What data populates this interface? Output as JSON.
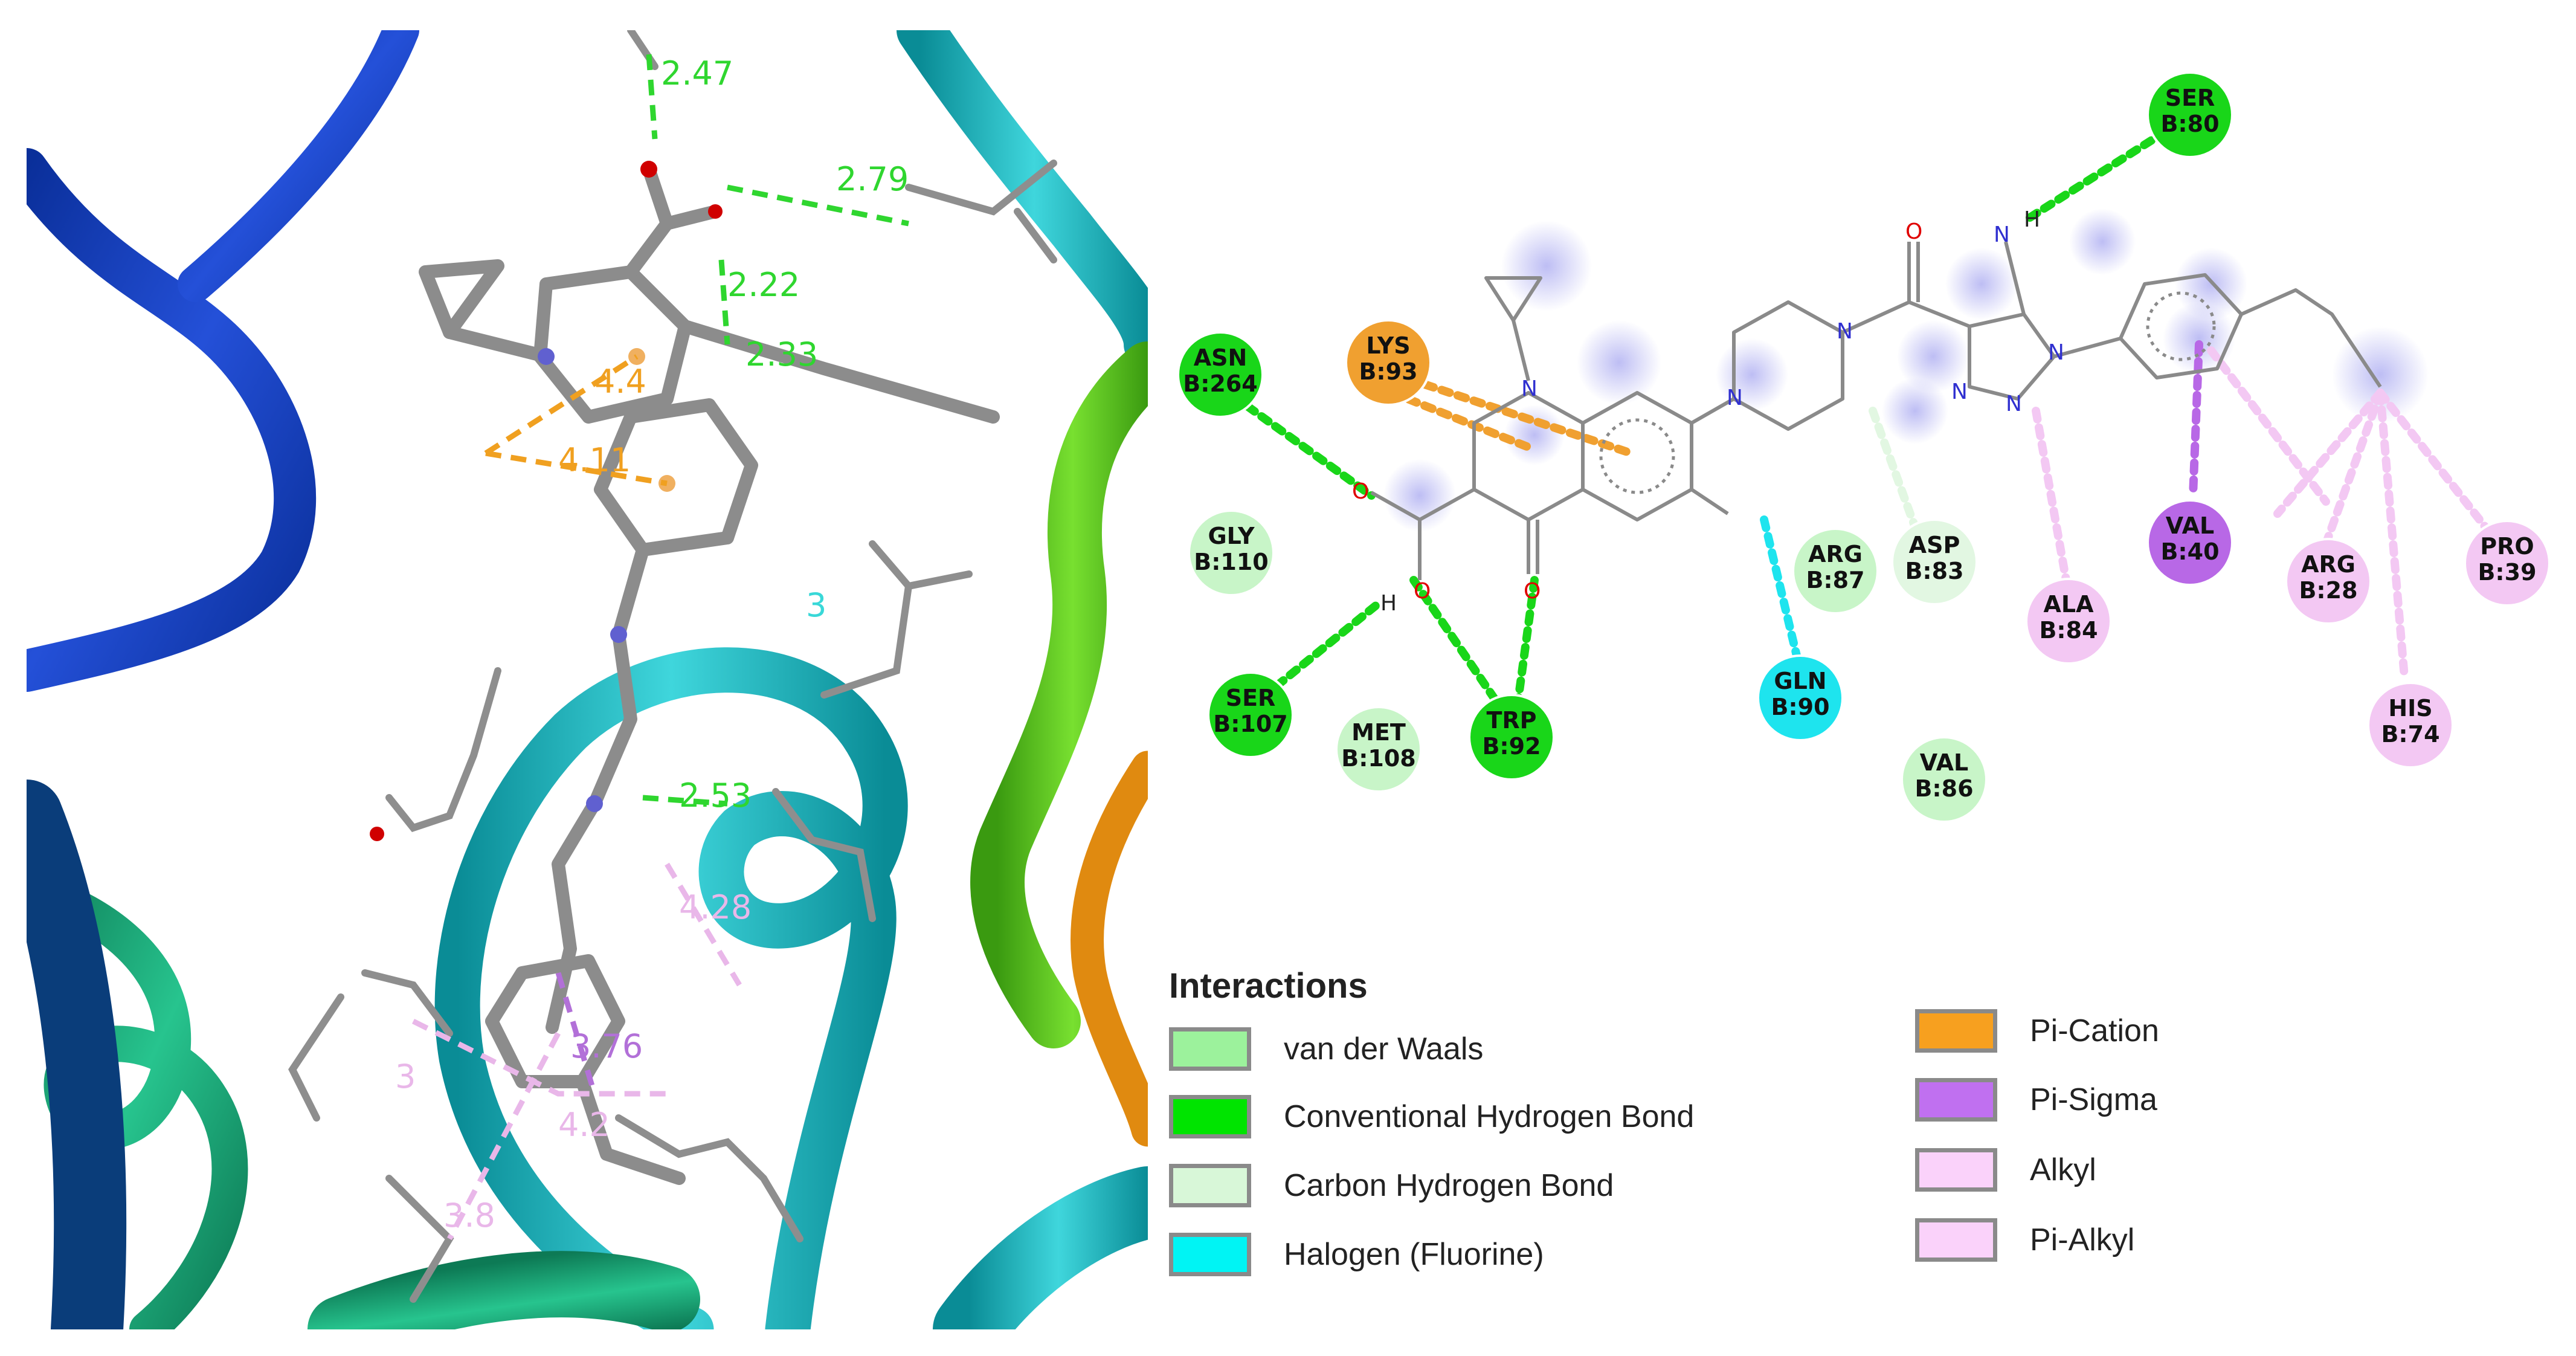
{
  "view3d": {
    "distances": [
      {
        "label": "2.47",
        "color": "#2fd62f"
      },
      {
        "label": "2.79",
        "color": "#2fd62f"
      },
      {
        "label": "2.22",
        "color": "#2fd62f"
      },
      {
        "label": "2.33",
        "color": "#2fd62f"
      },
      {
        "label": "4.4",
        "color": "#f0a020"
      },
      {
        "label": "4.11",
        "color": "#f0a020"
      },
      {
        "label": "3",
        "color": "#39d8d8"
      },
      {
        "label": "2.53",
        "color": "#2fd62f"
      },
      {
        "label": "4.28",
        "color": "#e9b7e9"
      },
      {
        "label": "3.76",
        "color": "#b270d8"
      },
      {
        "label": "4.2",
        "color": "#e9b7e9"
      },
      {
        "label": "3",
        "color": "#e9b7e9"
      },
      {
        "label": "3.8",
        "color": "#e9b7e9"
      }
    ]
  },
  "residues": [
    {
      "name": "SER",
      "chain": "B:80",
      "type": "hbond"
    },
    {
      "name": "ASN",
      "chain": "B:264",
      "type": "hbond"
    },
    {
      "name": "LYS",
      "chain": "B:93",
      "type": "pication"
    },
    {
      "name": "GLY",
      "chain": "B:110",
      "type": "vdw"
    },
    {
      "name": "SER",
      "chain": "B:107",
      "type": "hbond"
    },
    {
      "name": "MET",
      "chain": "B:108",
      "type": "vdw"
    },
    {
      "name": "TRP",
      "chain": "B:92",
      "type": "hbond"
    },
    {
      "name": "ARG",
      "chain": "B:87",
      "type": "vdw"
    },
    {
      "name": "ASP",
      "chain": "B:83",
      "type": "carbonh"
    },
    {
      "name": "GLN",
      "chain": "B:90",
      "type": "halogen"
    },
    {
      "name": "VAL",
      "chain": "B:86",
      "type": "vdw"
    },
    {
      "name": "ALA",
      "chain": "B:84",
      "type": "alkyl"
    },
    {
      "name": "VAL",
      "chain": "B:40",
      "type": "pisigma"
    },
    {
      "name": "ARG",
      "chain": "B:28",
      "type": "alkyl"
    },
    {
      "name": "PRO",
      "chain": "B:39",
      "type": "alkyl"
    },
    {
      "name": "HIS",
      "chain": "B:74",
      "type": "alkyl"
    }
  ],
  "atoms": {
    "N": "N",
    "O": "O",
    "H": "H"
  },
  "legend": {
    "title": "Interactions",
    "items": [
      {
        "label": "van der Waals",
        "color": "#9cf29c"
      },
      {
        "label": "Conventional Hydrogen Bond",
        "color": "#00e400"
      },
      {
        "label": "Carbon Hydrogen Bond",
        "color": "#d8f7d8"
      },
      {
        "label": "Halogen (Fluorine)",
        "color": "#00f4f4"
      },
      {
        "label": "Pi-Cation",
        "color": "#f7a01f"
      },
      {
        "label": "Pi-Sigma",
        "color": "#c070f0"
      },
      {
        "label": "Alkyl",
        "color": "#fad2fa"
      },
      {
        "label": "Pi-Alkyl",
        "color": "#fad2fa"
      }
    ]
  },
  "colors": {
    "hbond": "#19d619",
    "vdw": "#c8f5c8",
    "carbonh": "#e2f7e2",
    "halogen": "#1ee4ee",
    "pication": "#f0a030",
    "pisigma": "#b868e6",
    "alkyl": "#f3c8f3"
  }
}
